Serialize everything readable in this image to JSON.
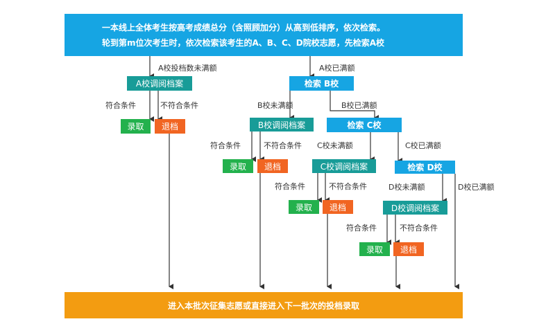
{
  "header": {
    "line1": "一本线上全体考生按高考成绩总分（含照顾加分）从高到低排序，依次检索。",
    "line2": "轮到第m位次考生时，依次检索该考生的A、B、C、D院校志愿，先检索A校"
  },
  "footer": {
    "text": "进入本批次征集志愿或直接进入下一批次的投档录取"
  },
  "colors": {
    "blue": "#16a5e3",
    "teal": "#189c98",
    "green": "#23b14d",
    "red": "#f16522",
    "orange": "#f39c11"
  },
  "nodes": {
    "a_review": "A校调阅档案",
    "search_b": "检索 B校",
    "b_review": "B校调阅档案",
    "search_c": "检索 C校",
    "c_review": "C校调阅档案",
    "search_d": "检索 D校",
    "d_review": "D校调阅档案",
    "admit": "录取",
    "return": "退档"
  },
  "edge_labels": {
    "a_under": "A校投档数未满额",
    "a_full": "A校已满额",
    "b_under": "B校未满额",
    "b_full": "B校已满额",
    "c_under": "C校未满额",
    "c_full": "C校已满额",
    "d_under": "D校未满额",
    "d_full": "D校已满额",
    "meets": "符合条件",
    "not_meets": "不符合条件"
  }
}
